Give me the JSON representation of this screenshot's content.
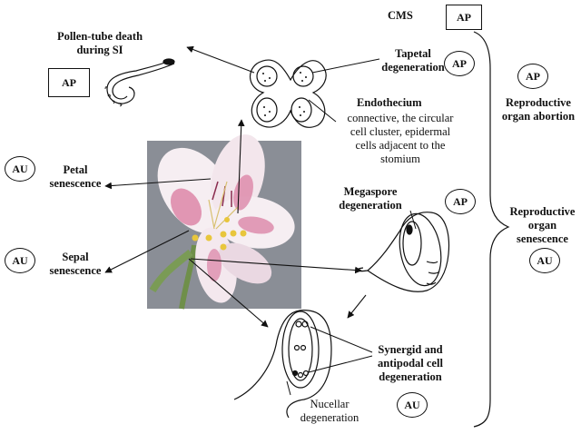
{
  "labels": {
    "cms": "CMS",
    "pollen_tube": "Pollen-tube death\nduring SI",
    "tapetal": "Tapetal\ndegeneration",
    "endothecium_title": "Endothecium",
    "endothecium_desc": "connective, the circular\ncell cluster, epidermal\ncells adjacent to the\nstomium",
    "petal": "Petal\nsenescence",
    "sepal": "Sepal\nsenescence",
    "megaspore": "Megaspore\ndegeneration",
    "synergid": "Synergid and\nantipodal cell\ndegeneration",
    "nucellar": "Nucellar\ndegeneration",
    "repro_abortion": "Reproductive\norgan abortion",
    "repro_senescence": "Reproductive\norgan\nsenescence"
  },
  "badges": {
    "ap": "AP",
    "au": "AU"
  },
  "colors": {
    "photo_bg": "#8a8e96",
    "petal_white": "#f6eef2",
    "petal_pink": "#d9789e",
    "stem_green": "#6f8f4a"
  }
}
